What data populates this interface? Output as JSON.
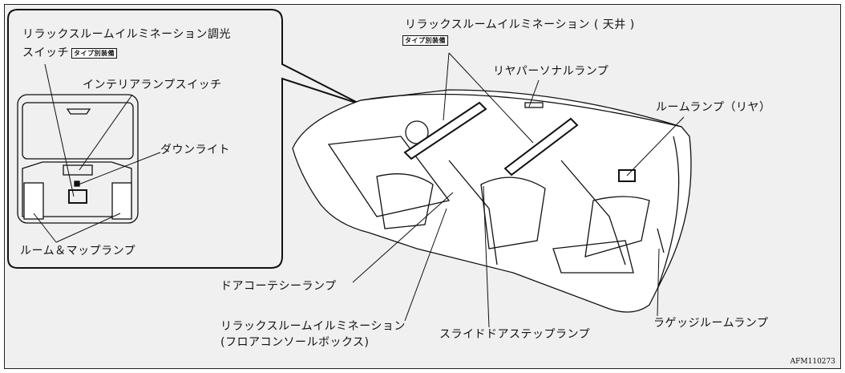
{
  "inset": {
    "dimmer_switch_line1": "リラックスルームイルミネーション調光",
    "dimmer_switch_line2": "スイッチ",
    "dimmer_badge": "タイプ別装備",
    "interior_lamp_switch": "インテリアランプスイッチ",
    "downlight": "ダウンライト",
    "room_map_lamp": "ルーム＆マップランプ"
  },
  "main": {
    "ceiling_illumination": "リラックスルームイルミネーション ( 天井 )",
    "ceiling_badge": "タイプ別装備",
    "rear_personal_lamp": "リヤパーソナルランプ",
    "room_lamp_rear": "ルームランプ（リヤ）",
    "door_courtesy_lamp": "ドアコーテシーランプ",
    "floor_illumination_line1": "リラックスルームイルミネーション",
    "floor_illumination_line2": "(フロアコンソールボックス)",
    "slide_door_step_lamp": "スライドドアステップランプ",
    "luggage_room_lamp": "ラゲッジルームランプ"
  },
  "figure_code": "AFM110273"
}
